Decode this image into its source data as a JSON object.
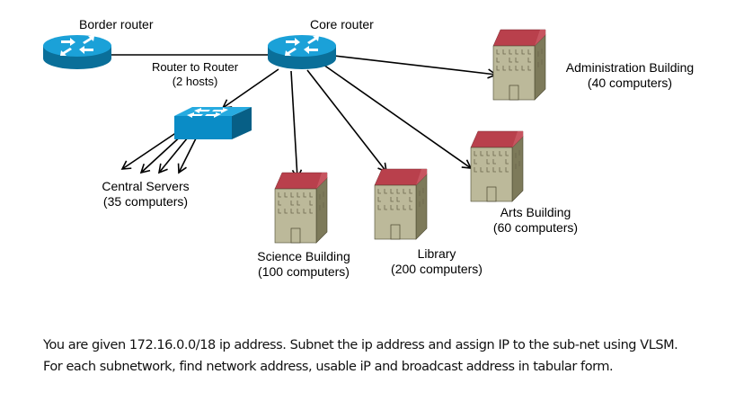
{
  "diagram": {
    "devices": {
      "border_router": "Border router",
      "core_router": "Core router"
    },
    "link_label": {
      "line1": "Router to Router",
      "line2": "(2 hosts)"
    },
    "subnets": [
      {
        "name": "Central Servers",
        "hosts": "(35 computers)",
        "icon": "switch-icon"
      },
      {
        "name": "Science Building",
        "hosts": "(100 computers)",
        "icon": "building-icon"
      },
      {
        "name": "Library",
        "hosts": "(200 computers)",
        "icon": "building-icon"
      },
      {
        "name": "Arts Building",
        "hosts": "(60 computers)",
        "icon": "building-icon"
      },
      {
        "name": "Administration Building",
        "hosts": "(40 computers)",
        "icon": "building-icon"
      }
    ],
    "colors": {
      "router_top": "#1ba1d8",
      "router_side": "#0a6f99",
      "roof": "#b9404c",
      "wall_front": "#bcb99a",
      "wall_side": "#7d7a5a"
    }
  },
  "task": {
    "line1": "You are given 172.16.0.0/18 ip address. Subnet the ip address and assign IP to the sub-net using VLSM.",
    "line2": "For each subnetwork, find network address, usable iP and broadcast address in tabular form."
  }
}
